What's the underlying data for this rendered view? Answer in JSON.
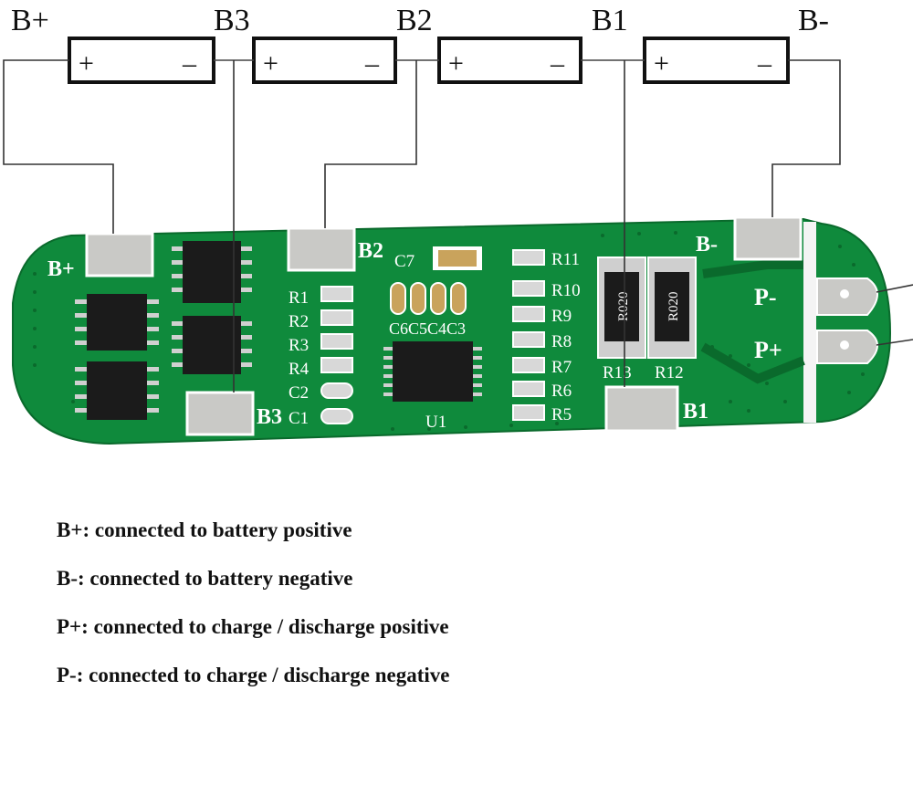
{
  "colors": {
    "pcb": "#0f8a3c",
    "pcb_dark": "#0a6a2c",
    "silkscreen": "#ffffff",
    "pad": "#c9c9c6",
    "chip": "#1b1b1b",
    "wire": "#333333",
    "text": "#111111"
  },
  "battery": {
    "terminal_labels": [
      "B+",
      "B3",
      "B2",
      "B1",
      "B-"
    ],
    "plus_sign": "+",
    "minus_sign": "–",
    "cell_count": 4
  },
  "board": {
    "pad_labels": {
      "bplus": "B+",
      "bminus": "B-",
      "b1": "B1",
      "b2": "B2",
      "b3": "B3",
      "pminus": "P-",
      "pplus": "P+"
    },
    "resistor_labels_left": [
      "R1",
      "R2",
      "R3",
      "R4",
      "C2",
      "C1"
    ],
    "resistor_labels_right": [
      "R11",
      "R10",
      "R9",
      "R8",
      "R7",
      "R6",
      "R5"
    ],
    "cap_row_label": "C6C5C4C3",
    "c7_label": "C7",
    "ic_label": "U1",
    "shunt_labels": [
      "R13",
      "R12"
    ],
    "shunt_value": "R020"
  },
  "notes": [
    "B+: connected to battery positive",
    "B-: connected to battery negative",
    "P+: connected to charge / discharge positive",
    "P-: connected to charge / discharge negative"
  ]
}
